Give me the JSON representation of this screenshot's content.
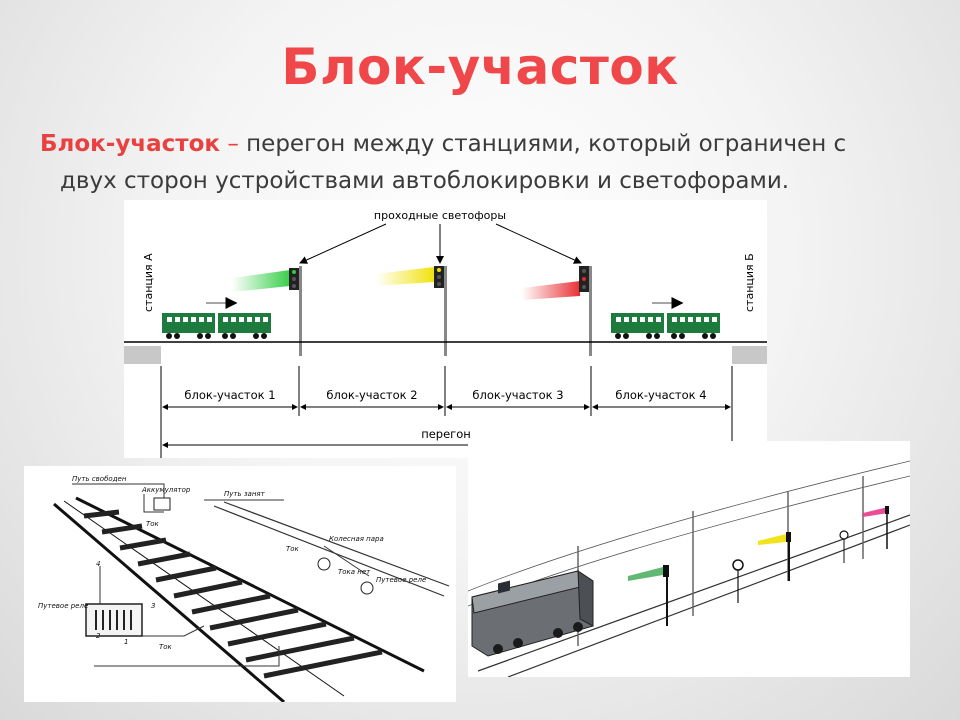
{
  "slide": {
    "title": "Блок-участок",
    "definition": {
      "term": "Блок-участок",
      "dash": "–",
      "line1": "перегон между станциями, который ограничен с",
      "line2": "двух сторон устройствами автоблокировки и светофорами."
    }
  },
  "diagram": {
    "signals_label": "проходные светофоры",
    "station_a": "станция А",
    "station_b": "станция Б",
    "block_sections": [
      "блок-участок 1",
      "блок-участок 2",
      "блок-участок 3",
      "блок-участок 4"
    ],
    "haul_label": "перегон",
    "signal_colors": [
      "#2ecc40",
      "#f0e000",
      "#e8262b"
    ],
    "train_color": "#1e7b3e"
  },
  "track_circuit": {
    "labels": {
      "free": "Путь свободен",
      "battery": "Аккумулятор",
      "occupied": "Путь занят",
      "current1": "Ток",
      "current2": "Ток",
      "current3": "Ток",
      "wheelset": "Колесная пара",
      "no_current": "Тока нет",
      "relay_right": "Путевое реле",
      "relay_left": "Путевое реле",
      "n1": "1",
      "n2": "2",
      "n3": "3",
      "n4": "4"
    }
  }
}
